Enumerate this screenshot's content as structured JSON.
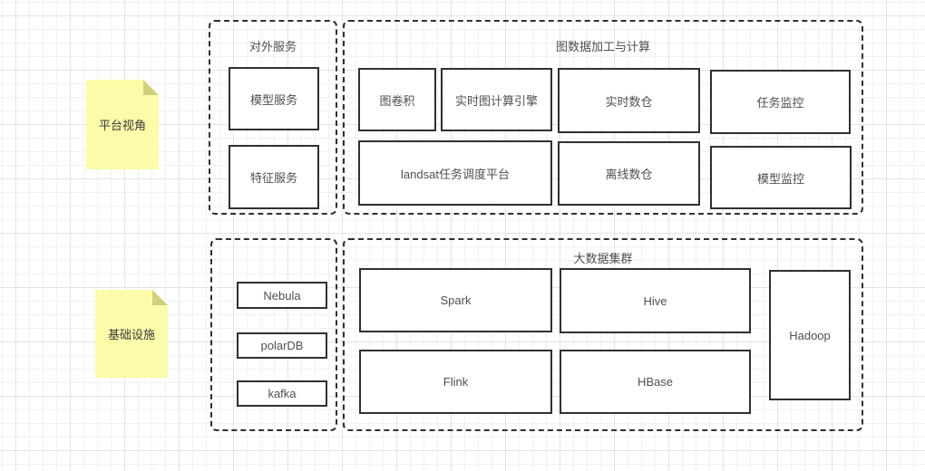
{
  "diagram": {
    "notes": [
      {
        "id": "platform-view",
        "label": "平台视角"
      },
      {
        "id": "infrastructure",
        "label": "基础设施"
      }
    ],
    "groups": [
      {
        "id": "external-services",
        "title": "对外服务",
        "boxes": [
          {
            "label": "模型服务"
          },
          {
            "label": "特征服务"
          }
        ]
      },
      {
        "id": "graph-data-processing",
        "title": "图数据加工与计算",
        "boxes": [
          {
            "label": "图卷积"
          },
          {
            "label": "实时图计算引擎"
          },
          {
            "label": "实时数仓"
          },
          {
            "label": "任务监控"
          },
          {
            "label": "landsat任务调度平台"
          },
          {
            "label": "离线数仓"
          },
          {
            "label": "模型监控"
          }
        ]
      },
      {
        "id": "storage-middleware",
        "title": "",
        "boxes": [
          {
            "label": "Nebula"
          },
          {
            "label": "polarDB"
          },
          {
            "label": "kafka"
          }
        ]
      },
      {
        "id": "bigdata-cluster",
        "title": "大数据集群",
        "boxes": [
          {
            "label": "Spark"
          },
          {
            "label": "Hive"
          },
          {
            "label": "Flink"
          },
          {
            "label": "HBase"
          },
          {
            "label": "Hadoop"
          }
        ]
      }
    ],
    "colors": {
      "shape_border": "#303030",
      "text": "#4f4f4f",
      "note_bg": "#fbfba9",
      "note_fold": "#cfcf7c",
      "grid_minor": "#f1f1f1",
      "grid_major": "#e3e3e3",
      "canvas_bg": "#ffffff"
    }
  }
}
